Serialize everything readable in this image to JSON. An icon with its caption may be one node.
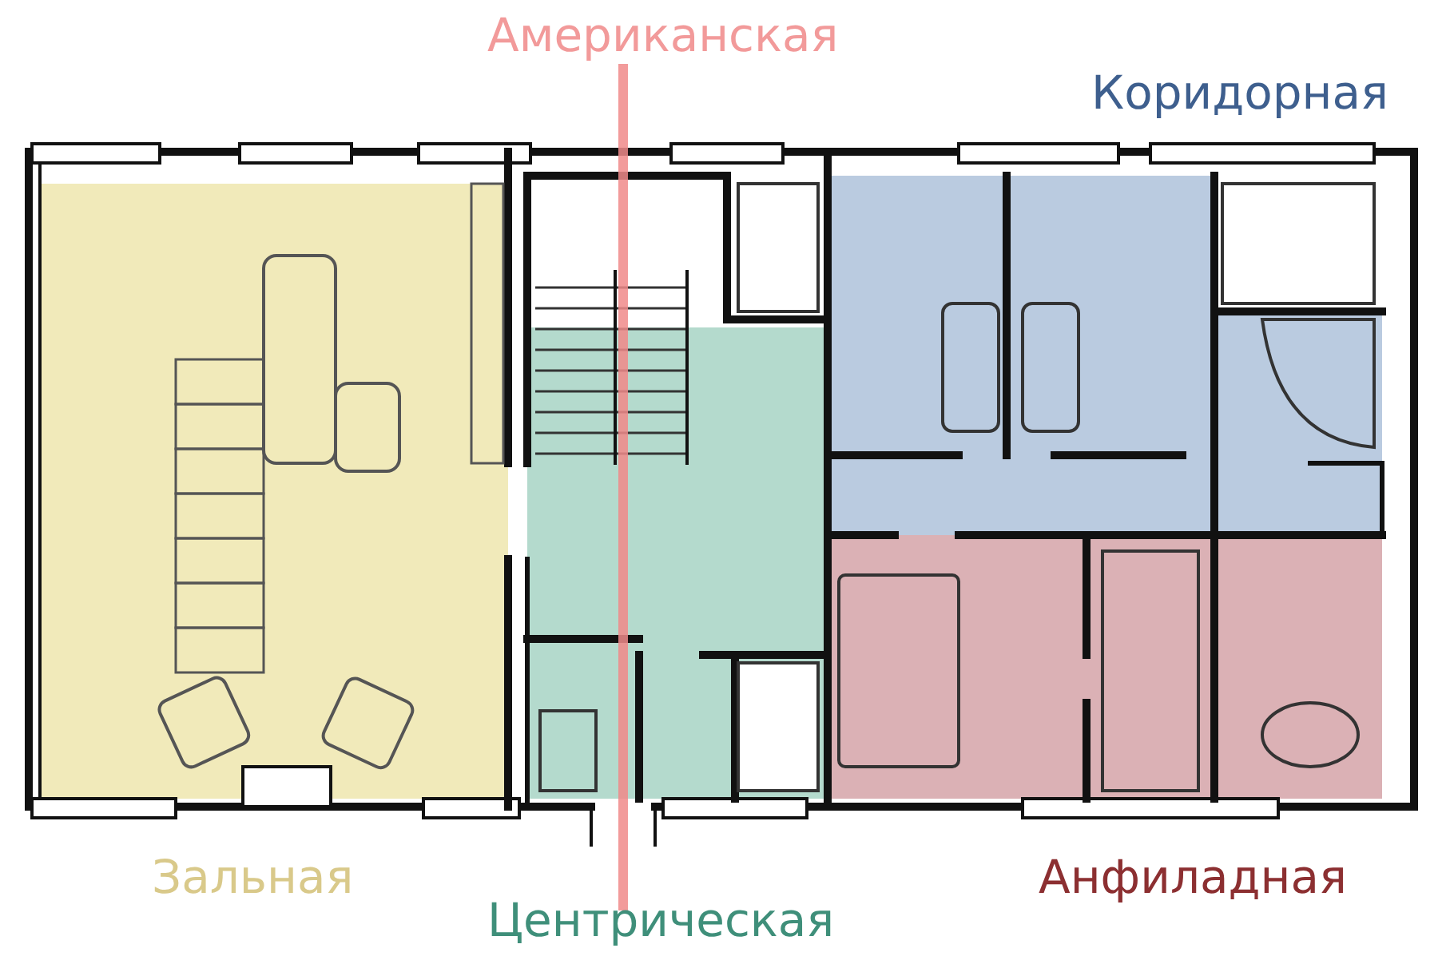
{
  "diagram": {
    "labels": [
      "Американская",
      "Коридорная",
      "Зальная",
      "Центрическая",
      "Анфиладная"
    ]
  }
}
